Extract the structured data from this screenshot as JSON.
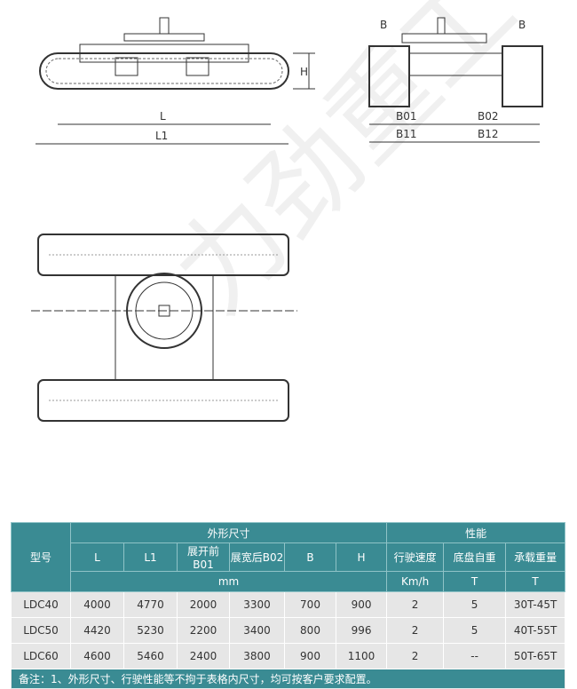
{
  "drawing": {
    "side": {
      "L": "L",
      "L1": "L1",
      "H": "H"
    },
    "front": {
      "B_left": "B",
      "B_right": "B",
      "B01": "B01",
      "B02": "B02",
      "B11": "B11",
      "B12": "B12"
    },
    "watermark": "力劲重工"
  },
  "table": {
    "model_header": "型号",
    "dims_header": "外形尺寸",
    "perf_header": "性能",
    "columns": [
      "L",
      "L1",
      "展开前B01",
      "展宽后B02",
      "B",
      "H",
      "行驶速度",
      "底盘自重",
      "承载重量"
    ],
    "unit_mm": "mm",
    "units": [
      "Km/h",
      "T",
      "T"
    ],
    "rows": [
      [
        "LDC40",
        "4000",
        "4770",
        "2000",
        "3300",
        "700",
        "900",
        "2",
        "5",
        "30T-45T"
      ],
      [
        "LDC50",
        "4420",
        "5230",
        "2200",
        "3400",
        "800",
        "996",
        "2",
        "5",
        "40T-55T"
      ],
      [
        "LDC60",
        "4600",
        "5460",
        "2400",
        "3800",
        "900",
        "1100",
        "2",
        "--",
        "50T-65T"
      ]
    ],
    "note": "备注：1、外形尺寸、行驶性能等不拘于表格内尺寸，均可按客户要求配置。"
  },
  "colors": {
    "header": "#3a8b93",
    "row": "#e6e6e6"
  }
}
